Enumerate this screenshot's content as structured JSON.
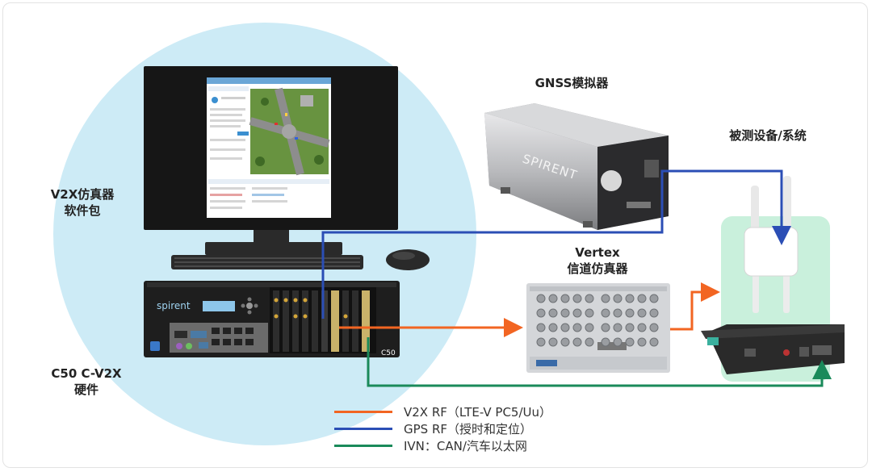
{
  "labels": {
    "software": [
      "V2X仿真器",
      "软件包"
    ],
    "hardware": [
      "C50 C-V2X",
      "硬件"
    ],
    "gnss": "GNSS模拟器",
    "dut": "被测设备/系统",
    "vertex": [
      "Vertex",
      "信道仿真器"
    ]
  },
  "device_text": {
    "spirent_logo": "spirent",
    "c50_tag": "C50",
    "gnss_brand": "SPIRENT"
  },
  "legend": [
    {
      "label": "V2X RF（LTE-V PC5/Uu）",
      "color": "#f26522"
    },
    {
      "label": "GPS RF（授时和定位）",
      "color": "#2b4eb5"
    },
    {
      "label": "IVN：CAN/汽车以太网",
      "color": "#1a8a5a"
    }
  ],
  "colors": {
    "orange": "#f26522",
    "blue": "#2b4eb5",
    "green": "#1a8a5a",
    "circle": "#cdebf6",
    "dut_bg": "#c9f0dc"
  }
}
